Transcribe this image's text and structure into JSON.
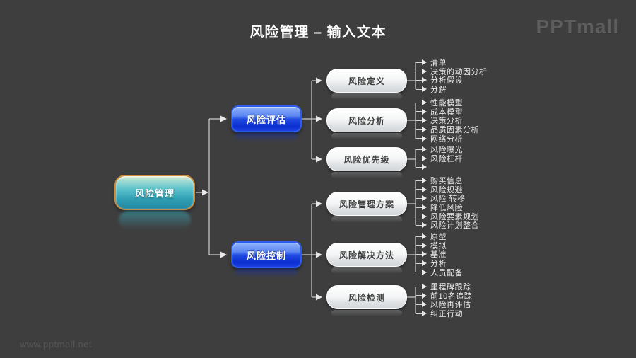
{
  "header": {
    "title": "风险管理 – 输入文本",
    "logo": "PPTmall"
  },
  "footer": {
    "watermark": "www.pptmall.net"
  },
  "colors": {
    "background": "#3e3e3e",
    "root_border_orange": "#c98f3f",
    "root_teal": "#2f9fb4",
    "branch_blue": "#1437d8",
    "node_white": "#f2f3f4",
    "connector_line": "#cfcfcf",
    "title_text": "#ffffff",
    "logo_gray": "#5d5d5d"
  },
  "diagram": {
    "root": {
      "label": "风险管理"
    },
    "branches": [
      {
        "label": "风险评估",
        "children": [
          {
            "label": "风险定义",
            "leaves": [
              "清单",
              "决策的动因分析",
              "分析假设",
              "分解"
            ]
          },
          {
            "label": "风险分析",
            "leaves": [
              "性能模型",
              "成本模型",
              "决策分析",
              "品质因素分析",
              "网络分析"
            ]
          },
          {
            "label": "风险优先级",
            "leaves": [
              "风险曝光",
              "风险杠杆",
              ""
            ]
          }
        ]
      },
      {
        "label": "风险控制",
        "children": [
          {
            "label": "风险管理方案",
            "leaves": [
              "购买信息",
              "风险规避",
              "风险 转移",
              "降低风险",
              "风险要素规划",
              "风险计划整合"
            ]
          },
          {
            "label": "风险解决方法",
            "leaves": [
              "原型",
              "模拟",
              "基准",
              "分析",
              "人员配备"
            ]
          },
          {
            "label": "风险检测",
            "leaves": [
              "里程碑跟踪",
              "前10名追踪",
              "风险再评估",
              "纠正行动"
            ]
          }
        ]
      }
    ]
  }
}
